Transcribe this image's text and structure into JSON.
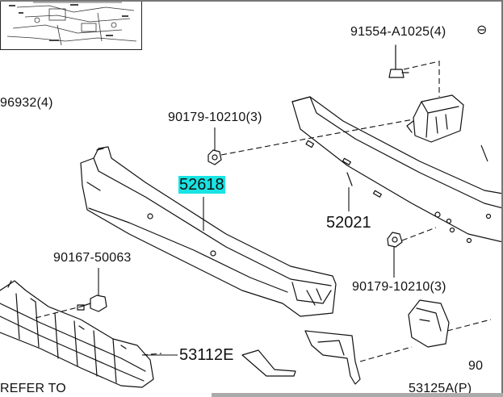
{
  "labels": {
    "p91554": "91554-A1025(4)",
    "p96932": "96932(4)",
    "p90179_top": "90179-10210(3)",
    "p52618": "52618",
    "p52021": "52021",
    "p90167": "90167-50063",
    "p90179_bottom": "90179-10210(3)",
    "p53112e": "53112E",
    "refer": "REFER  TO",
    "p53125a": "53125A(P)",
    "p90_right": "90"
  },
  "highlight_color": "#19e3e3"
}
